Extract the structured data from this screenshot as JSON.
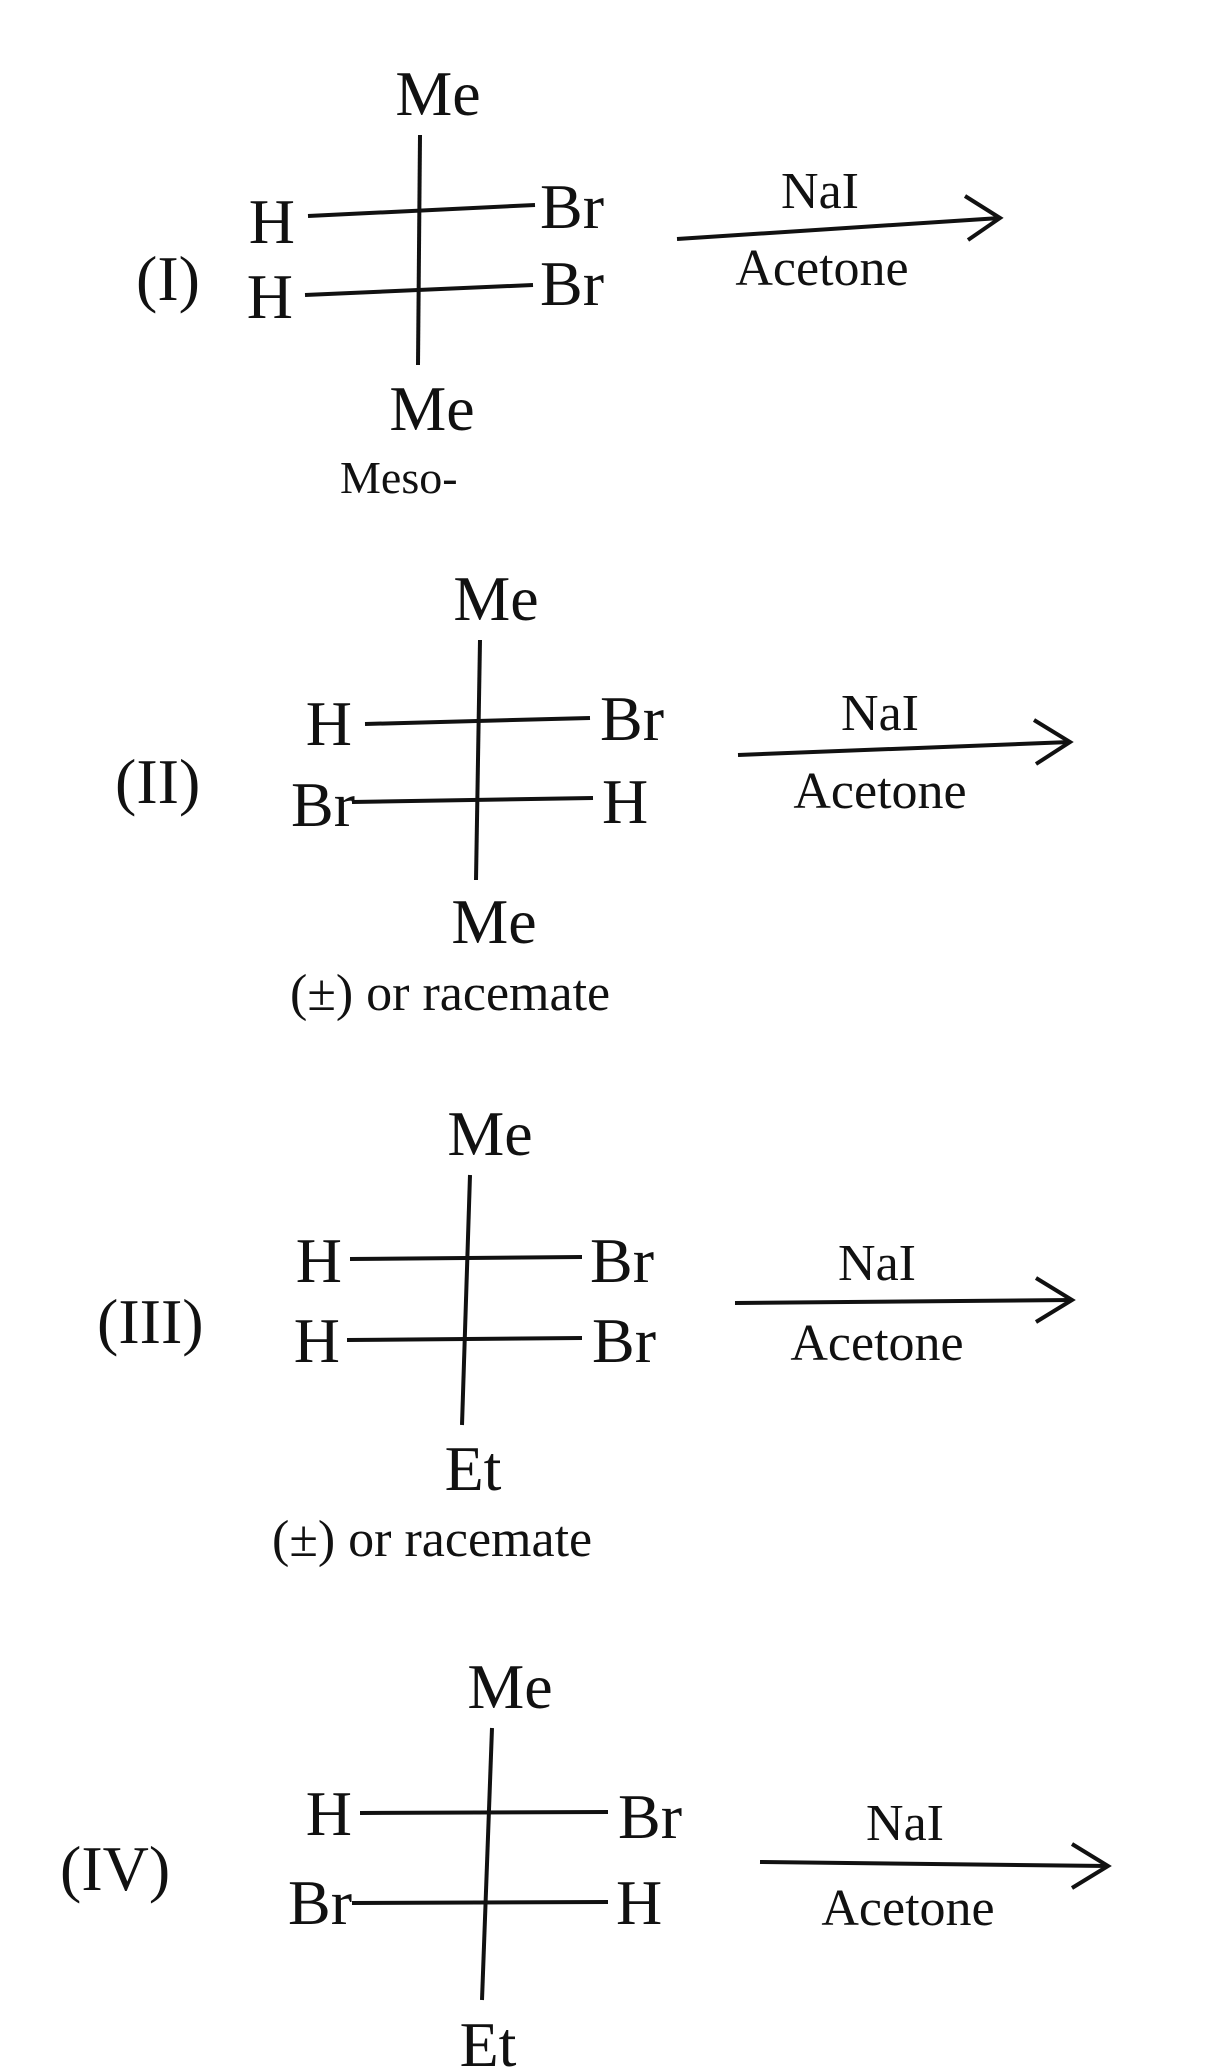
{
  "reactions": [
    {
      "id": "I",
      "label": "(I)",
      "top": "Me",
      "upper_left": "H",
      "upper_right": "Br",
      "lower_left": "H",
      "lower_right": "Br",
      "bottom": "Me",
      "descriptor": "Meso-",
      "reagent_above": "NaI",
      "reagent_below": "Acetone"
    },
    {
      "id": "II",
      "label": "(II)",
      "top": "Me",
      "upper_left": "H",
      "upper_right": "Br",
      "lower_left": "Br",
      "lower_right": "H",
      "bottom": "Me",
      "descriptor": "(±) or racemate",
      "reagent_above": "NaI",
      "reagent_below": "Acetone"
    },
    {
      "id": "III",
      "label": "(III)",
      "top": "Me",
      "upper_left": "H",
      "upper_right": "Br",
      "lower_left": "H",
      "lower_right": "Br",
      "bottom": "Et",
      "descriptor": "(±) or racemate",
      "reagent_above": "NaI",
      "reagent_below": "Acetone"
    },
    {
      "id": "IV",
      "label": "(IV)",
      "top": "Me",
      "upper_left": "H",
      "upper_right": "Br",
      "lower_left": "Br",
      "lower_right": "H",
      "bottom": "Et",
      "descriptor": "",
      "reagent_above": "NaI",
      "reagent_below": "Acetone"
    }
  ]
}
